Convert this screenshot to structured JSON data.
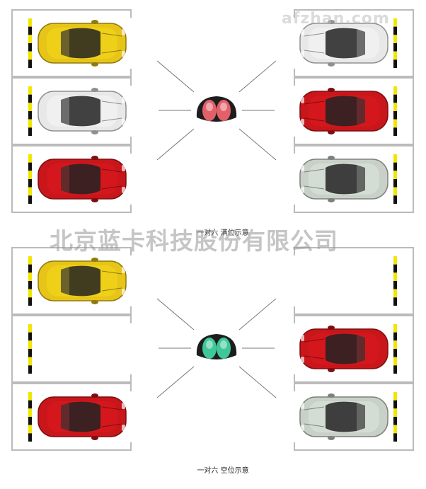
{
  "watermark": {
    "company": "北京蓝卡科技股份有限公司",
    "site": "afzhan.com"
  },
  "captions": {
    "occupied": "一对六 满位示意",
    "vacant": "一对六 空位示意"
  },
  "colors": {
    "occupied_light": "#e2606a",
    "vacant_light": "#3fc79a",
    "stall_line": "#bbbbbb",
    "pole_yellow": "#f2e600",
    "pole_black": "#111111",
    "car_yellow": "#e6c418",
    "car_white": "#e8e8e8",
    "car_red": "#c8161b",
    "car_silver": "#c8d0c8"
  },
  "diagrams": [
    {
      "name": "occupied",
      "light": "occupied_light",
      "left": [
        "car_yellow",
        "car_white",
        "car_red"
      ],
      "right": [
        "car_white",
        "car_red",
        "car_silver"
      ]
    },
    {
      "name": "vacant",
      "light": "vacant_light",
      "left": [
        "car_yellow",
        "",
        "car_red"
      ],
      "right": [
        "",
        "car_red",
        "car_silver"
      ]
    }
  ]
}
